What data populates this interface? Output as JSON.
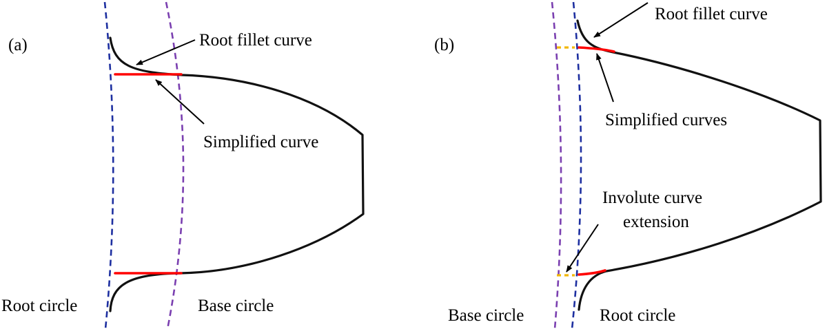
{
  "panels": {
    "a": {
      "label": "(a)",
      "root_fillet_curve": "Root fillet curve",
      "simplified_curve": "Simplified curve",
      "root_circle": "Root circle",
      "base_circle": "Base circle"
    },
    "b": {
      "label": "(b)",
      "root_fillet_curve": "Root fillet curve",
      "simplified_curves": "Simplified curves",
      "involute_line1": "Involute curve",
      "involute_line2": "extension",
      "base_circle": "Base circle",
      "root_circle": "Root circle"
    }
  },
  "colors": {
    "profile": "#111111",
    "simplified": "#ff0000",
    "root_circle": "#1d2fa0",
    "base_circle": "#7a3fb0",
    "extension": "#f2b705"
  }
}
